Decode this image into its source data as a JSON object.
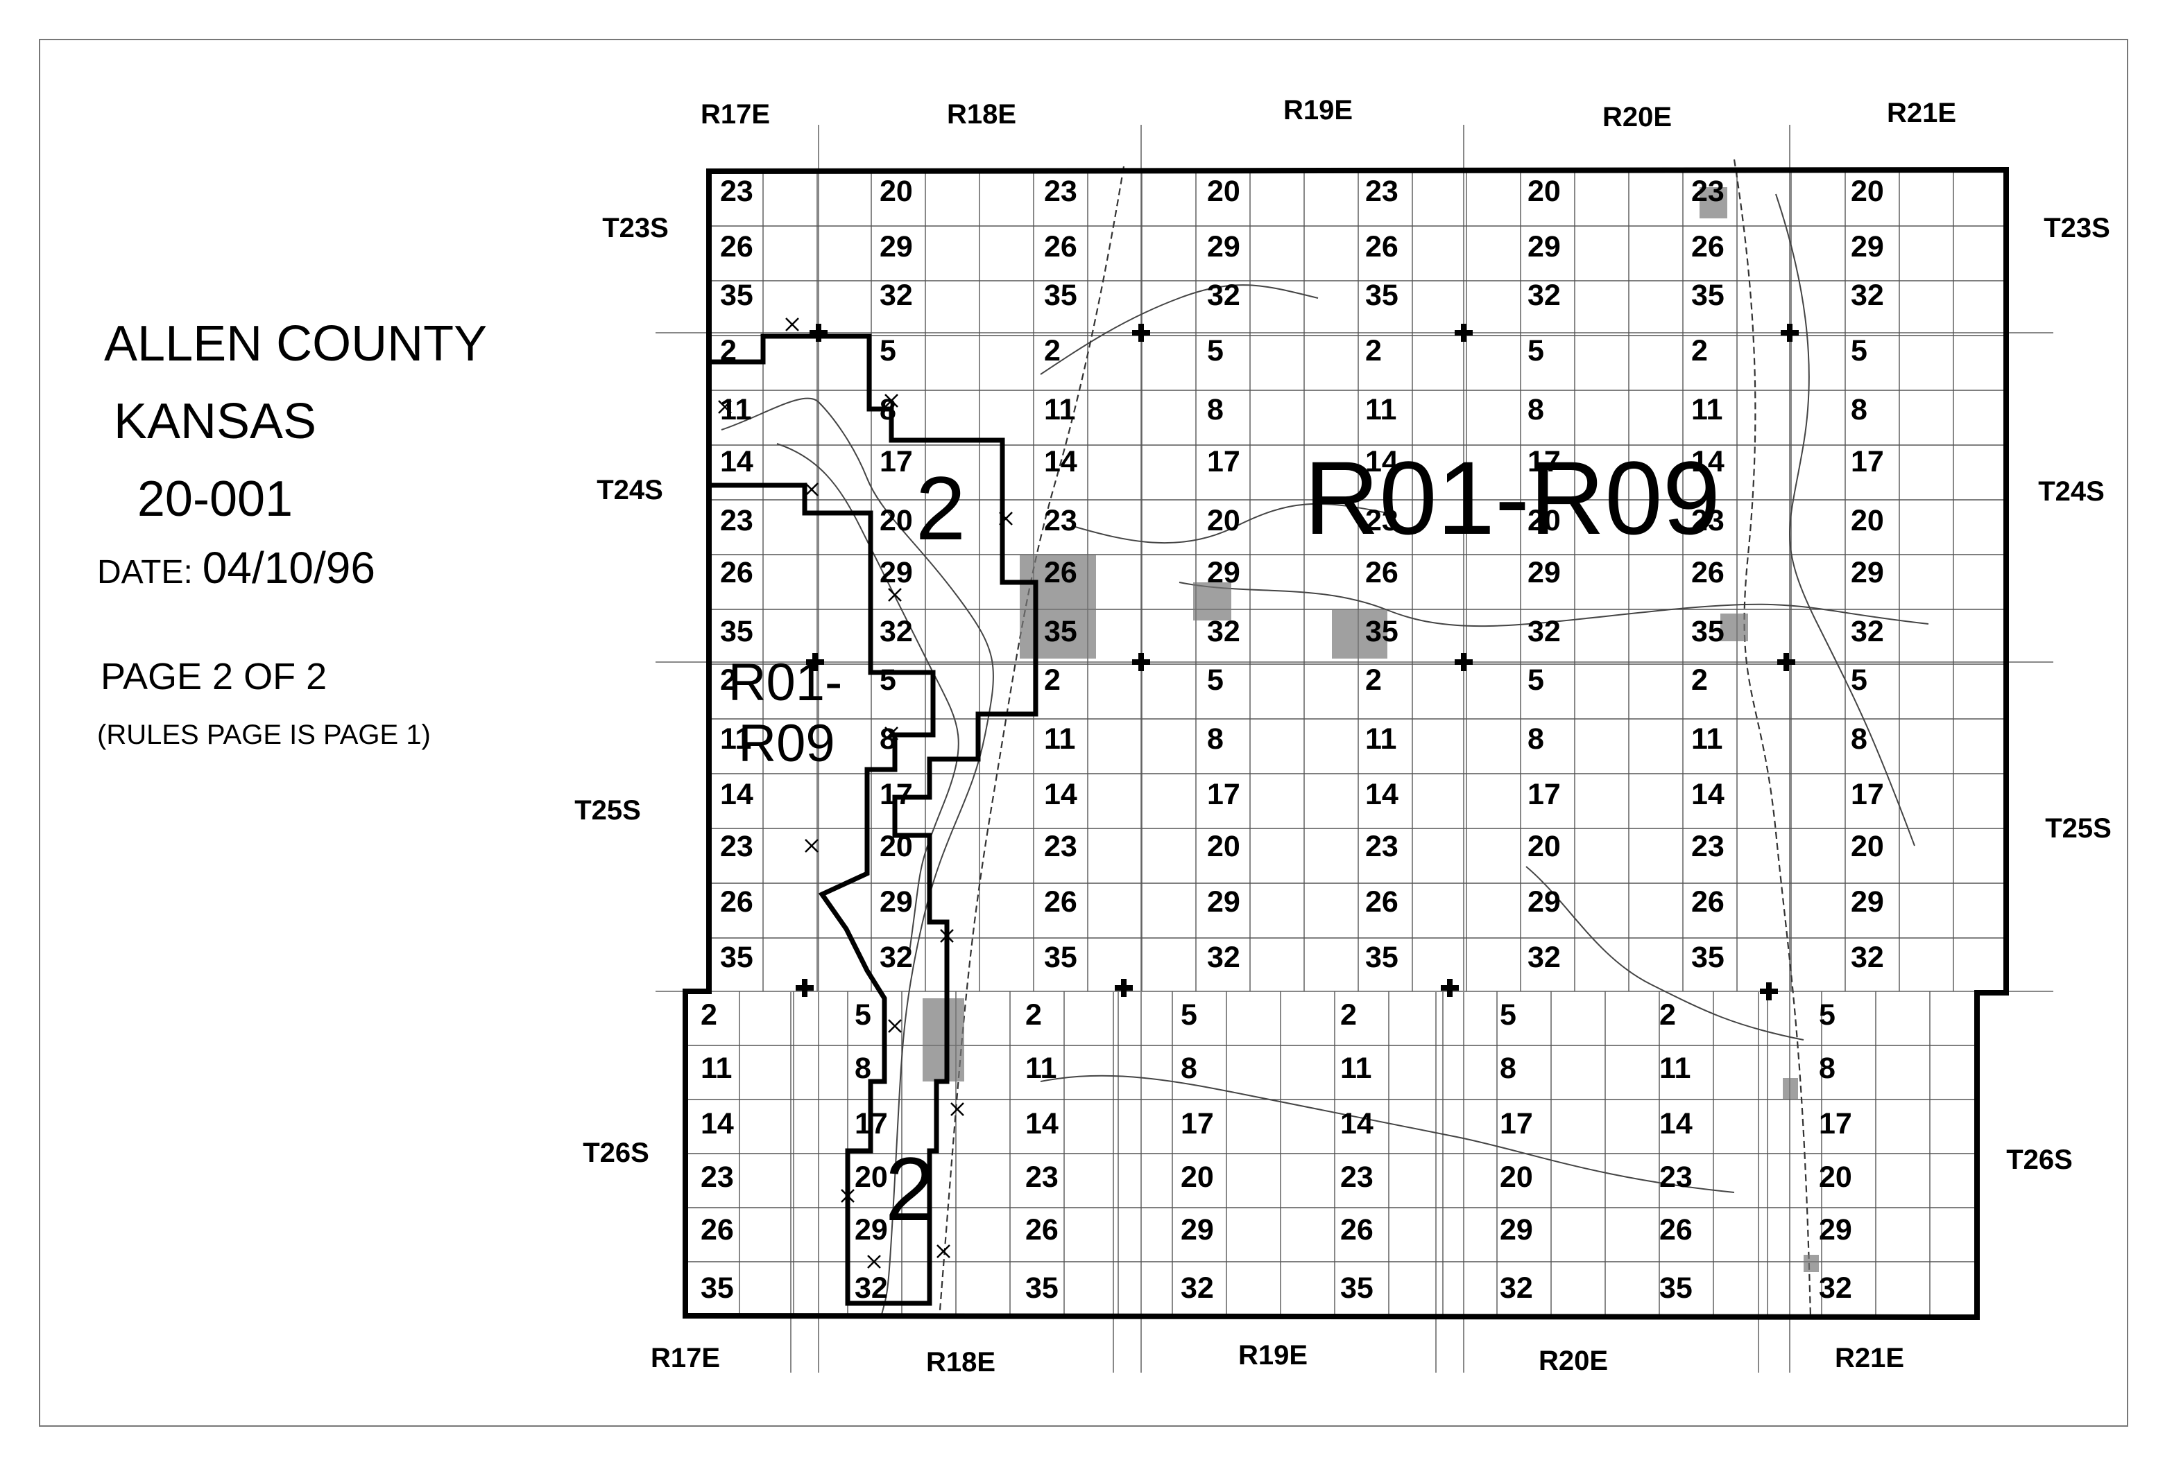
{
  "title": {
    "line1": "ALLEN COUNTY",
    "line2": "KANSAS",
    "line3": "20-001"
  },
  "date_label": "DATE:",
  "date_value": "04/10/96",
  "page_label": "PAGE 2 OF 2",
  "rules_note": "(RULES PAGE IS PAGE 1)",
  "ranges_top": [
    "R17E",
    "R18E",
    "R19E",
    "R20E",
    "R21E"
  ],
  "ranges_bottom": [
    "R17E",
    "R18E",
    "R19E",
    "R20E",
    "R21E"
  ],
  "townships_left": [
    "T23S",
    "T24S",
    "T25S",
    "T26S"
  ],
  "townships_right": [
    "T23S",
    "T24S",
    "T25S",
    "T26S"
  ],
  "zone_labels": {
    "main": "R01-R09",
    "west_line1": "R01-",
    "west_line2": "R09",
    "district_upper": "2",
    "district_lower": "2"
  },
  "section_numbers": {
    "col_sets": [
      [
        "23",
        "26",
        "35"
      ],
      [
        "20",
        "29",
        "32"
      ],
      [
        "23",
        "26",
        "35"
      ],
      [
        "20",
        "29",
        "32"
      ],
      [
        "23",
        "26",
        "35"
      ],
      [
        "20",
        "29",
        "32"
      ],
      [
        "23",
        "26",
        "35"
      ],
      [
        "20",
        "29",
        "32"
      ]
    ],
    "mid_sets": [
      [
        "2",
        "11",
        "14"
      ],
      [
        "5",
        "8",
        "17"
      ]
    ]
  }
}
